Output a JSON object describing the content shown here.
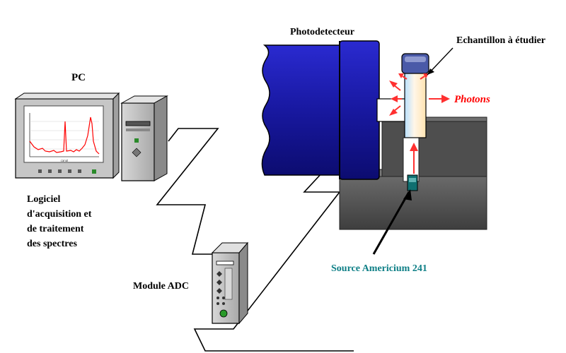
{
  "labels": {
    "pc": "PC",
    "photodetector": "Photodetecteur",
    "sample": "Echantillon à étudier",
    "photons": "Photons",
    "software": [
      "Logiciel",
      "d'acquisition et",
      "de traitement",
      "des spectres"
    ],
    "adc": "Module ADC",
    "source": "Source Americium 241"
  },
  "colors": {
    "detector": "#1a1aa6",
    "detector_dark": "#0a0a60",
    "photons": "#ff0000",
    "source_label": "#0e7f86",
    "housing": "#555555",
    "spectrum": "#ff0000",
    "screen": "#ffffff",
    "monitor": "#c6c6c6"
  },
  "screen": {
    "axis_label": "canal"
  }
}
